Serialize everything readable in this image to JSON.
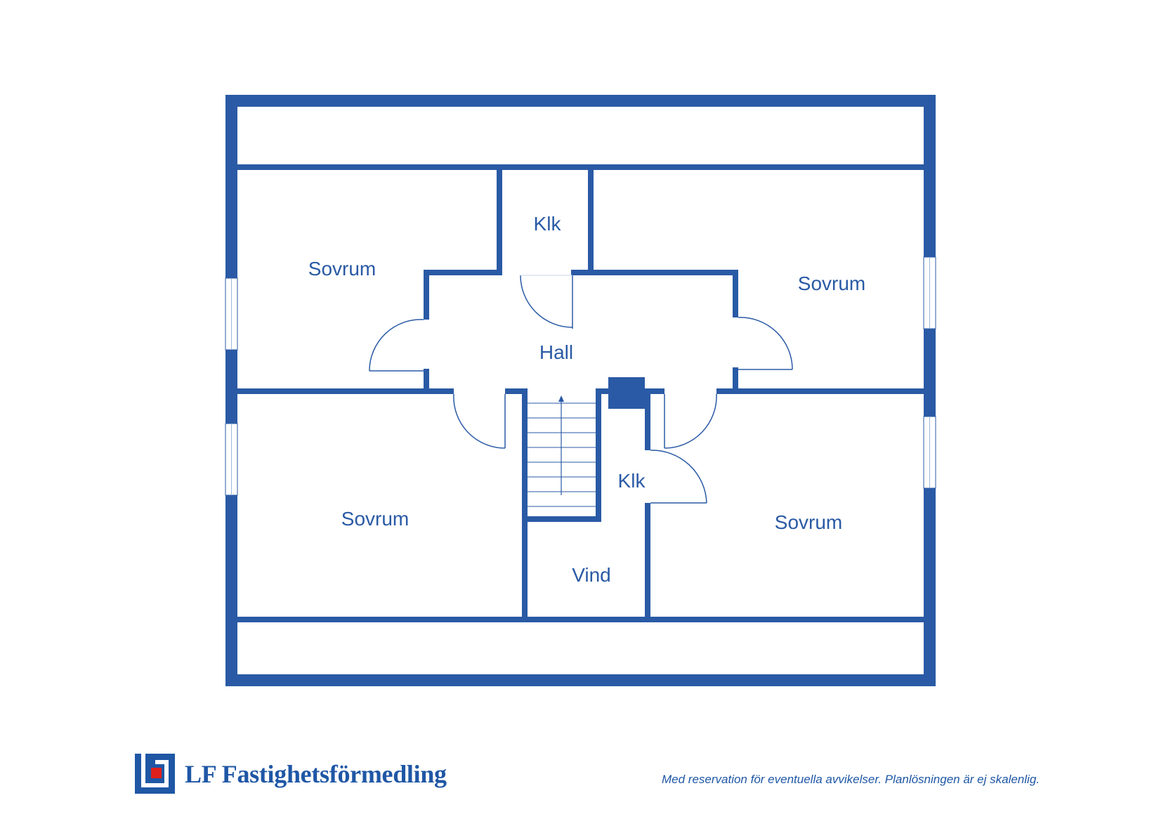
{
  "colors": {
    "wall": "#2a5aa5",
    "accent": "#e0201b"
  },
  "rooms": {
    "klk_top": "Klk",
    "sovrum_top_left": "Sovrum",
    "sovrum_top_right": "Sovrum",
    "hall": "Hall",
    "sovrum_bottom_left": "Sovrum",
    "klk_bottom": "Klk",
    "sovrum_bottom_right": "Sovrum",
    "vind": "Vind"
  },
  "footer": {
    "brand": "LF Fastighetsförmedling",
    "disclaimer": "Med reservation för eventuella avvikelser. Planlösningen är ej skalenlig."
  }
}
